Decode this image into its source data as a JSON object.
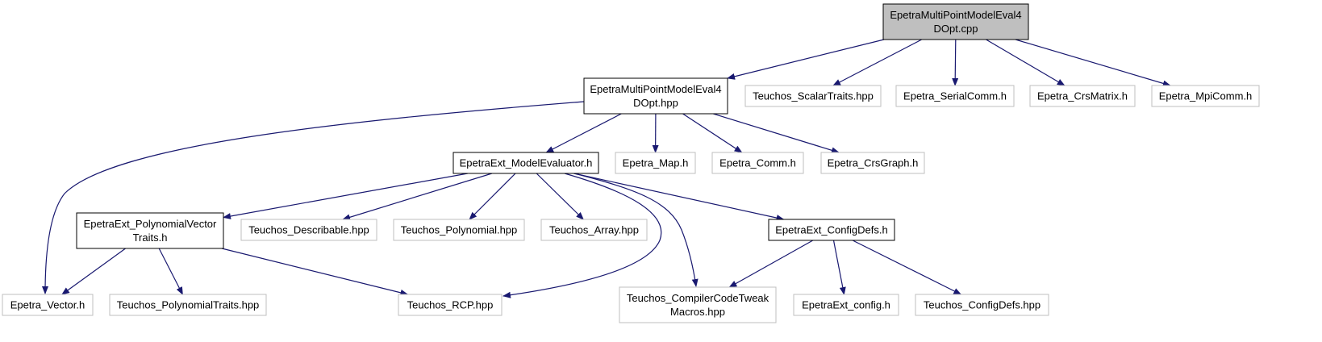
{
  "colors": {
    "edge": "#191970",
    "root_fill": "#bfbfbf",
    "documented_border": "#000000",
    "undocumented_border": "#bfbfbf",
    "node_fill": "#ffffff",
    "text": "#000000"
  },
  "nodes": [
    {
      "id": "root",
      "lines": [
        "EpetraMultiPointModelEval4",
        "DOpt.cpp"
      ],
      "style": "root"
    },
    {
      "id": "hpp",
      "lines": [
        "EpetraMultiPointModelEval4",
        "DOpt.hpp"
      ],
      "style": "documented"
    },
    {
      "id": "scalartraits",
      "lines": [
        "Teuchos_ScalarTraits.hpp"
      ],
      "style": "external"
    },
    {
      "id": "serialcomm",
      "lines": [
        "Epetra_SerialComm.h"
      ],
      "style": "external"
    },
    {
      "id": "crsmatrix",
      "lines": [
        "Epetra_CrsMatrix.h"
      ],
      "style": "external"
    },
    {
      "id": "mpicomm",
      "lines": [
        "Epetra_MpiComm.h"
      ],
      "style": "external"
    },
    {
      "id": "modelevaluator",
      "lines": [
        "EpetraExt_ModelEvaluator.h"
      ],
      "style": "documented"
    },
    {
      "id": "map",
      "lines": [
        "Epetra_Map.h"
      ],
      "style": "external"
    },
    {
      "id": "comm",
      "lines": [
        "Epetra_Comm.h"
      ],
      "style": "external"
    },
    {
      "id": "crsgraph",
      "lines": [
        "Epetra_CrsGraph.h"
      ],
      "style": "external"
    },
    {
      "id": "polyvectraits",
      "lines": [
        "EpetraExt_PolynomialVector",
        "Traits.h"
      ],
      "style": "documented"
    },
    {
      "id": "describable",
      "lines": [
        "Teuchos_Describable.hpp"
      ],
      "style": "external"
    },
    {
      "id": "polynomial",
      "lines": [
        "Teuchos_Polynomial.hpp"
      ],
      "style": "external"
    },
    {
      "id": "array",
      "lines": [
        "Teuchos_Array.hpp"
      ],
      "style": "external"
    },
    {
      "id": "configdefs",
      "lines": [
        "EpetraExt_ConfigDefs.h"
      ],
      "style": "documented"
    },
    {
      "id": "vector",
      "lines": [
        "Epetra_Vector.h"
      ],
      "style": "external"
    },
    {
      "id": "polytraits",
      "lines": [
        "Teuchos_PolynomialTraits.hpp"
      ],
      "style": "external"
    },
    {
      "id": "rcp",
      "lines": [
        "Teuchos_RCP.hpp"
      ],
      "style": "external"
    },
    {
      "id": "compilertweak",
      "lines": [
        "Teuchos_CompilerCodeTweak",
        "Macros.hpp"
      ],
      "style": "external"
    },
    {
      "id": "extconfig",
      "lines": [
        "EpetraExt_config.h"
      ],
      "style": "external"
    },
    {
      "id": "tconfigdefs",
      "lines": [
        "Teuchos_ConfigDefs.hpp"
      ],
      "style": "external"
    }
  ],
  "edges": [
    [
      "root",
      "hpp"
    ],
    [
      "root",
      "scalartraits"
    ],
    [
      "root",
      "serialcomm"
    ],
    [
      "root",
      "crsmatrix"
    ],
    [
      "root",
      "mpicomm"
    ],
    [
      "hpp",
      "vector"
    ],
    [
      "hpp",
      "modelevaluator"
    ],
    [
      "hpp",
      "map"
    ],
    [
      "hpp",
      "comm"
    ],
    [
      "hpp",
      "crsgraph"
    ],
    [
      "modelevaluator",
      "polyvectraits"
    ],
    [
      "modelevaluator",
      "describable"
    ],
    [
      "modelevaluator",
      "polynomial"
    ],
    [
      "modelevaluator",
      "array"
    ],
    [
      "modelevaluator",
      "configdefs"
    ],
    [
      "modelevaluator",
      "rcp"
    ],
    [
      "modelevaluator",
      "compilertweak"
    ],
    [
      "polyvectraits",
      "vector"
    ],
    [
      "polyvectraits",
      "polytraits"
    ],
    [
      "polyvectraits",
      "rcp"
    ],
    [
      "configdefs",
      "compilertweak"
    ],
    [
      "configdefs",
      "extconfig"
    ],
    [
      "configdefs",
      "tconfigdefs"
    ]
  ]
}
